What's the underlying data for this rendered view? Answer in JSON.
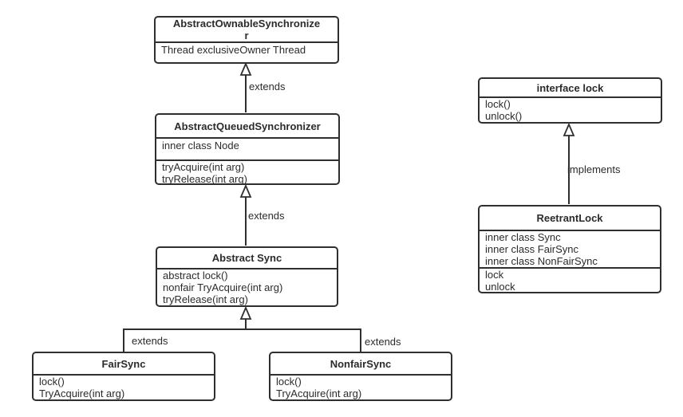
{
  "diagram": {
    "classes": [
      {
        "title": "AbstractOwnableSynchronizer",
        "compartments": [
          [
            "Thread exclusiveOwner Thread"
          ]
        ]
      },
      {
        "title": "AbstractQueuedSynchronizer",
        "compartments": [
          [
            "inner class Node"
          ],
          [
            "tryAcquire(int arg)",
            "tryRelease(int arg)"
          ]
        ]
      },
      {
        "title": "Abstract Sync",
        "compartments": [
          [
            "abstract lock()",
            "nonfair TryAcquire(int arg)",
            "tryRelease(int arg)"
          ]
        ]
      },
      {
        "title": "FairSync",
        "compartments": [
          [
            "lock()",
            "TryAcquire(int arg)"
          ]
        ]
      },
      {
        "title": "NonfairSync",
        "compartments": [
          [
            "lock()",
            "TryAcquire(int arg)"
          ]
        ]
      },
      {
        "title": "interface lock",
        "compartments": [
          [
            "lock()",
            "unlock()"
          ]
        ]
      },
      {
        "title": "ReetrantLock",
        "compartments": [
          [
            "inner class Sync",
            "inner class FairSync",
            "inner class NonFairSync"
          ],
          [
            "lock",
            "unlock"
          ]
        ]
      }
    ],
    "labels": {
      "extends": "extends",
      "implements": "implements"
    },
    "colors": {
      "stroke": "#2f2f2f",
      "text": "#2b2b2b",
      "background": "#ffffff",
      "box_fill": "#ffffff"
    }
  }
}
